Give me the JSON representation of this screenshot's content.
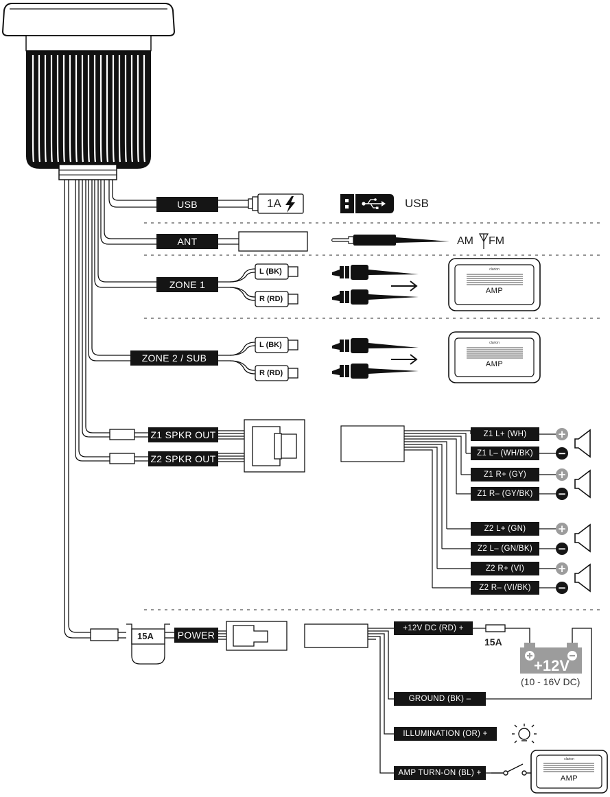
{
  "connectors": {
    "usb": "USB",
    "ant": "ANT",
    "zone1": "ZONE 1",
    "zone2": "ZONE 2 / SUB",
    "z1_spkr_out": "Z1 SPKR OUT",
    "z2_spkr_out": "Z2 SPKR OUT",
    "power": "POWER"
  },
  "usb": {
    "rating": "1A",
    "device_label": "USB"
  },
  "antenna": {
    "am": "AM",
    "fm": "FM"
  },
  "rca_plugs": {
    "left": "L (BK)",
    "right": "R (RD)"
  },
  "amp": {
    "label": "AMP",
    "brand": "clarion"
  },
  "speaker_wires": [
    {
      "label": "Z1 L+ (WH)",
      "polarity": "+"
    },
    {
      "label": "Z1 L– (WH/BK)",
      "polarity": "−"
    },
    {
      "label": "Z1 R+ (GY)",
      "polarity": "+"
    },
    {
      "label": "Z1 R– (GY/BK)",
      "polarity": "−"
    },
    {
      "label": "Z2 L+ (GN)",
      "polarity": "+"
    },
    {
      "label": "Z2 L– (GN/BK)",
      "polarity": "−"
    },
    {
      "label": "Z2 R+ (VI)",
      "polarity": "+"
    },
    {
      "label": "Z2 R– (VI/BK)",
      "polarity": "−"
    }
  ],
  "power": {
    "fuse": "15A",
    "battery_fuse": "15A",
    "battery_voltage": "+12V",
    "battery_range": "(10 - 16V DC)",
    "wires": {
      "plus12": "+12V DC (RD) +",
      "ground": "GROUND (BK) –",
      "illumination": "ILLUMINATION (OR) +",
      "amp_turn_on": "AMP TURN-ON (BL) +"
    }
  },
  "icons": [
    "lightning-icon",
    "usb-icon",
    "antenna-icon",
    "arrow-icon",
    "speaker-icon",
    "lamp-icon",
    "switch-icon",
    "battery-icon"
  ]
}
